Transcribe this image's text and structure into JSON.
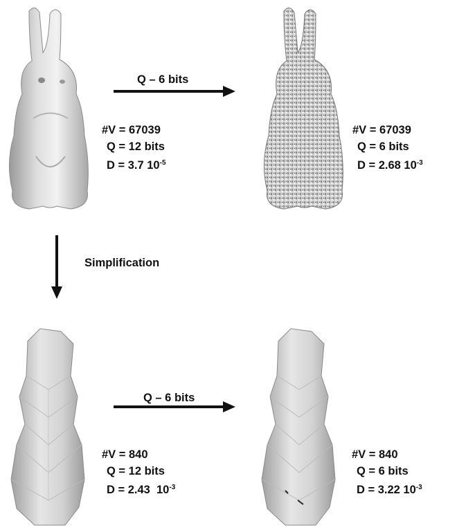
{
  "arrows": {
    "top_caption": "Q – 6 bits",
    "bottom_caption": "Q – 6 bits",
    "down_caption": "Simplification"
  },
  "panels": {
    "top_left": {
      "v": "#V = 67039",
      "q": "Q = 12 bits",
      "d_base": "D = 3.7 10",
      "d_exp": "-5"
    },
    "top_right": {
      "v": "#V = 67039",
      "q": "Q = 6 bits",
      "d_base": "D = 2.68 10",
      "d_exp": "-3"
    },
    "bottom_left": {
      "v": "#V = 840",
      "q": "Q = 12 bits",
      "d_base": "D = 2.43  10",
      "d_exp": "-3"
    },
    "bottom_right": {
      "v": "#V = 840",
      "q": "Q = 6 bits",
      "d_base": "D = 3.22 10",
      "d_exp": "-3"
    }
  }
}
